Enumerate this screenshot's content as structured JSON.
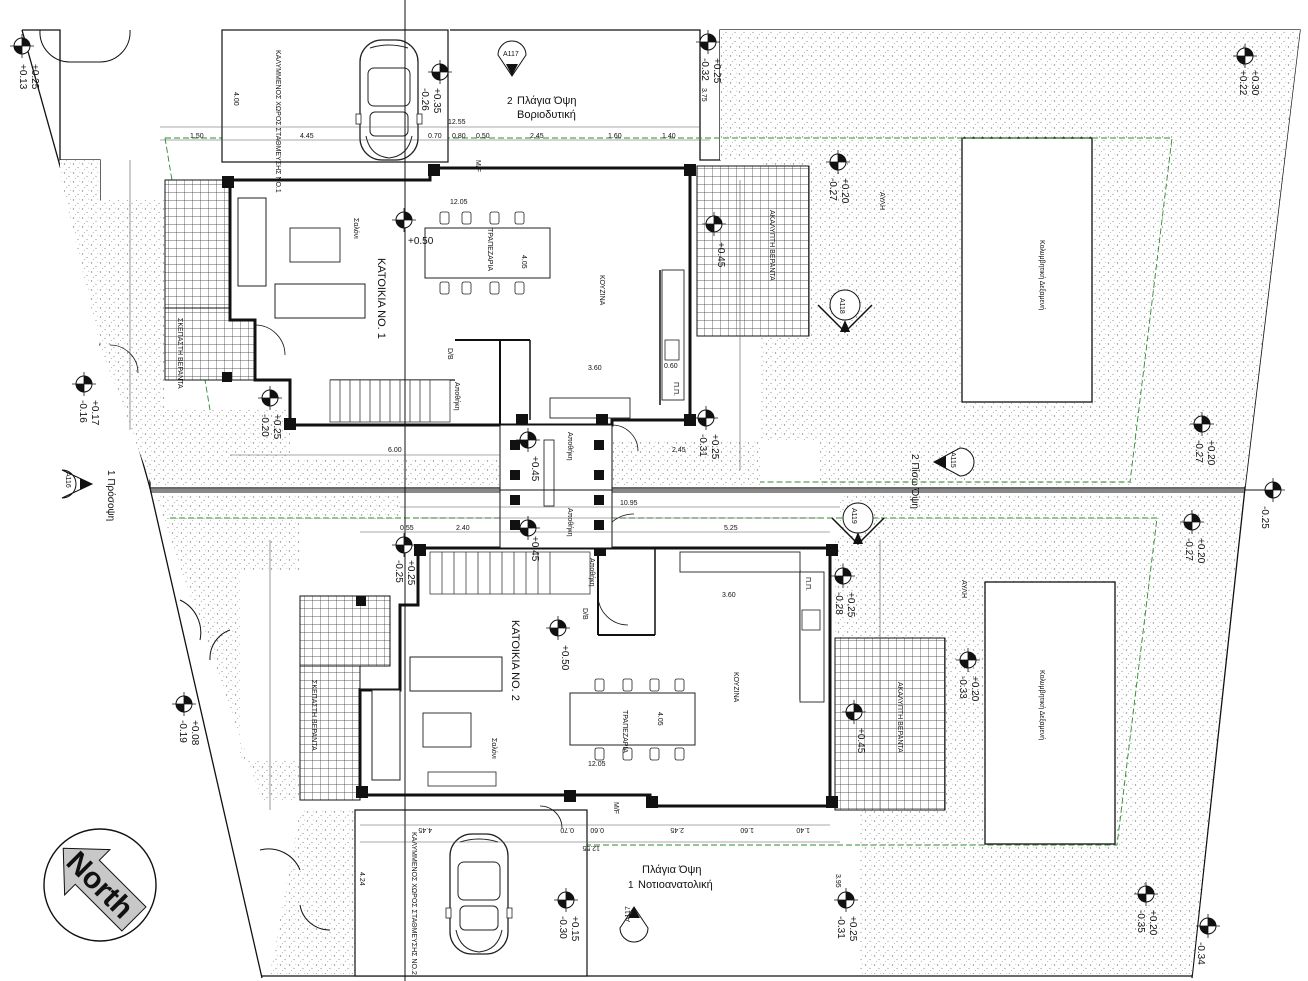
{
  "colors": {
    "wall": "#111111",
    "line": "#333333",
    "stipple": "#9a9a9a",
    "dim": "#555555",
    "green": "#2e8b2e",
    "tile": "#222222",
    "north_arrow": "#bdbdbd"
  },
  "house1": {
    "title": "ΚΑΤΟΙΚΙΑ ΝΟ. 1",
    "salon": "Σαλόνι",
    "dining": "ΤΡΑΠΕΖΑΡΙΑ",
    "kitchen": "ΚΟΥΖΙΝΑ",
    "veranda_left": "ΣΚΕΠΑΣΤΗ ΒΕΡΑΝΤΑ",
    "veranda_right": "ΑΚΑΛΥΠΤΗ ΒΕΡΑΝΤΑ",
    "parking": "ΚΑΛΥΜΜΕΝΟΣ ΧΩΡΟΣ ΣΤΑΘΜΕΥΣΗΣ ΝΟ.1",
    "yard": "ΑΥΛΗ",
    "pool": "Κολυμβητική Δεξαμενή",
    "storage_a": "Αποθήκη",
    "storage_b": "Αποθήκη",
    "db": "D/B",
    "mf": "M/F",
    "pp": "Π.Π.",
    "dim_width": "12.05",
    "dim_depth": "4.05",
    "dim_kitchen": "3.60"
  },
  "house2": {
    "title": "ΚΑΤΟΙΚΙΑ ΝΟ. 2",
    "salon": "Σαλόνι",
    "dining": "ΤΡΑΠΕΖΑΡΙΑ",
    "kitchen": "ΚΟΥΖΙΝΑ",
    "veranda_left": "ΣΚΕΠΑΣΤΗ ΒΕΡΑΝΤΑ",
    "veranda_right": "ΑΚΑΛΥΠΤΗ ΒΕΡΑΝΤΑ",
    "parking": "ΚΑΛΥΜΜΕΝΟΣ ΧΩΡΟΣ ΣΤΑΘΜΕΥΣΗΣ ΝΟ.2",
    "yard": "ΑΥΛΗ",
    "pool": "Κολυμβητική Δεξαμενή",
    "storage_a": "Αποθήκη",
    "storage_b": "Αποθήκη",
    "db": "D/B",
    "mf": "M/F",
    "pp": "Π.Π.",
    "dim_width": "12.05",
    "dim_depth": "4.05",
    "dim_kitchen": "3.60"
  },
  "section_markers": {
    "a117_top_id": "A117",
    "a117_top_num": "2",
    "a117_top_title_1": "Πλάγια Όψη",
    "a117_top_title_2": "Βοριοδυτική",
    "a117_bottom_id": "A117",
    "a117_bottom_num": "1",
    "a117_bottom_title_1": "Πλάγια Όψη",
    "a117_bottom_title_2": "Νοτιοανατολική",
    "a116_id": "A116",
    "a116_title": "1 Πρόσοψη",
    "a115_id": "A115",
    "a115_title": "2 Πίσω Όψη",
    "a118_id": "A118",
    "a119_id": "A119"
  },
  "levels": {
    "l1": "+0.25",
    "l1b": "+0.13",
    "l2": "+0.35",
    "l2b": "-0.26",
    "l3": "+0.25",
    "l3b": "-0.32",
    "l4": "+0.30",
    "l4b": "+0.22",
    "l5": "+0.50",
    "l6": "+0.45",
    "l7": "+0.20",
    "l7b": "-0.27",
    "l8": "+0.17",
    "l8b": "-0.16",
    "l9": "+0.25",
    "l9b": "-0.20",
    "l10": "+0.25",
    "l10b": "-0.31",
    "l11": "+0.45",
    "l12": "+0.20",
    "l12b": "-0.27",
    "l13": "-0.25",
    "l14": "+0.45",
    "l15": "+0.25",
    "l15b": "-0.25",
    "l16": "+0.20",
    "l16b": "-0.27",
    "l17": "+0.25",
    "l17b": "-0.28",
    "l18": "+0.50",
    "l19": "+0.20",
    "l19b": "-0.33",
    "l20": "+0.45",
    "l21": "+0.08",
    "l21b": "-0.19",
    "l22": "+0.15",
    "l22b": "-0.30",
    "l23": "+0.25",
    "l23b": "-0.31",
    "l24": "+0.20",
    "l24b": "-0.35",
    "l25": "-0.34"
  },
  "dims": {
    "d_top_1": "12.55",
    "d_top_2": "1.50",
    "d_top_3": "4.45",
    "d_top_4": "0.70",
    "d_top_5": "0.80",
    "d_top_6": "0.50",
    "d_top_7": "2.45",
    "d_top_8": "1.60",
    "d_top_9": "1.40",
    "d_mid_1": "10.95",
    "d_mid_2": "2.40",
    "d_mid_3": "5.25",
    "d_mid_4": "0.55",
    "d_bot_1": "4.45",
    "d_bot_2": "0.70",
    "d_bot_3": "0.60",
    "d_bot_4": "2.45",
    "d_bot_5": "1.60",
    "d_bot_6": "1.40",
    "d_bot_7": "12.55",
    "d_side_1": "4.00",
    "d_side_2": "3.75",
    "d_side_3": "4.24",
    "d_side_4": "3.95",
    "d_misc_1": "6.00",
    "d_misc_2": "2.45",
    "d_misc_3": "0.60"
  },
  "north": {
    "label": "North"
  }
}
